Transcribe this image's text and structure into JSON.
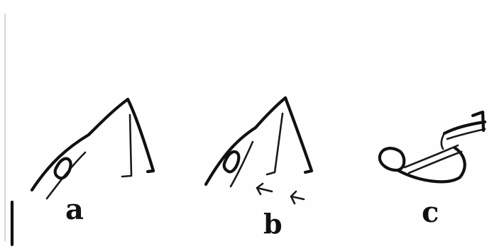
{
  "labels": {
    "a": "a",
    "b": "b",
    "c": "c"
  },
  "colors": {
    "ink": "#111111",
    "paper": "#fefefe"
  }
}
